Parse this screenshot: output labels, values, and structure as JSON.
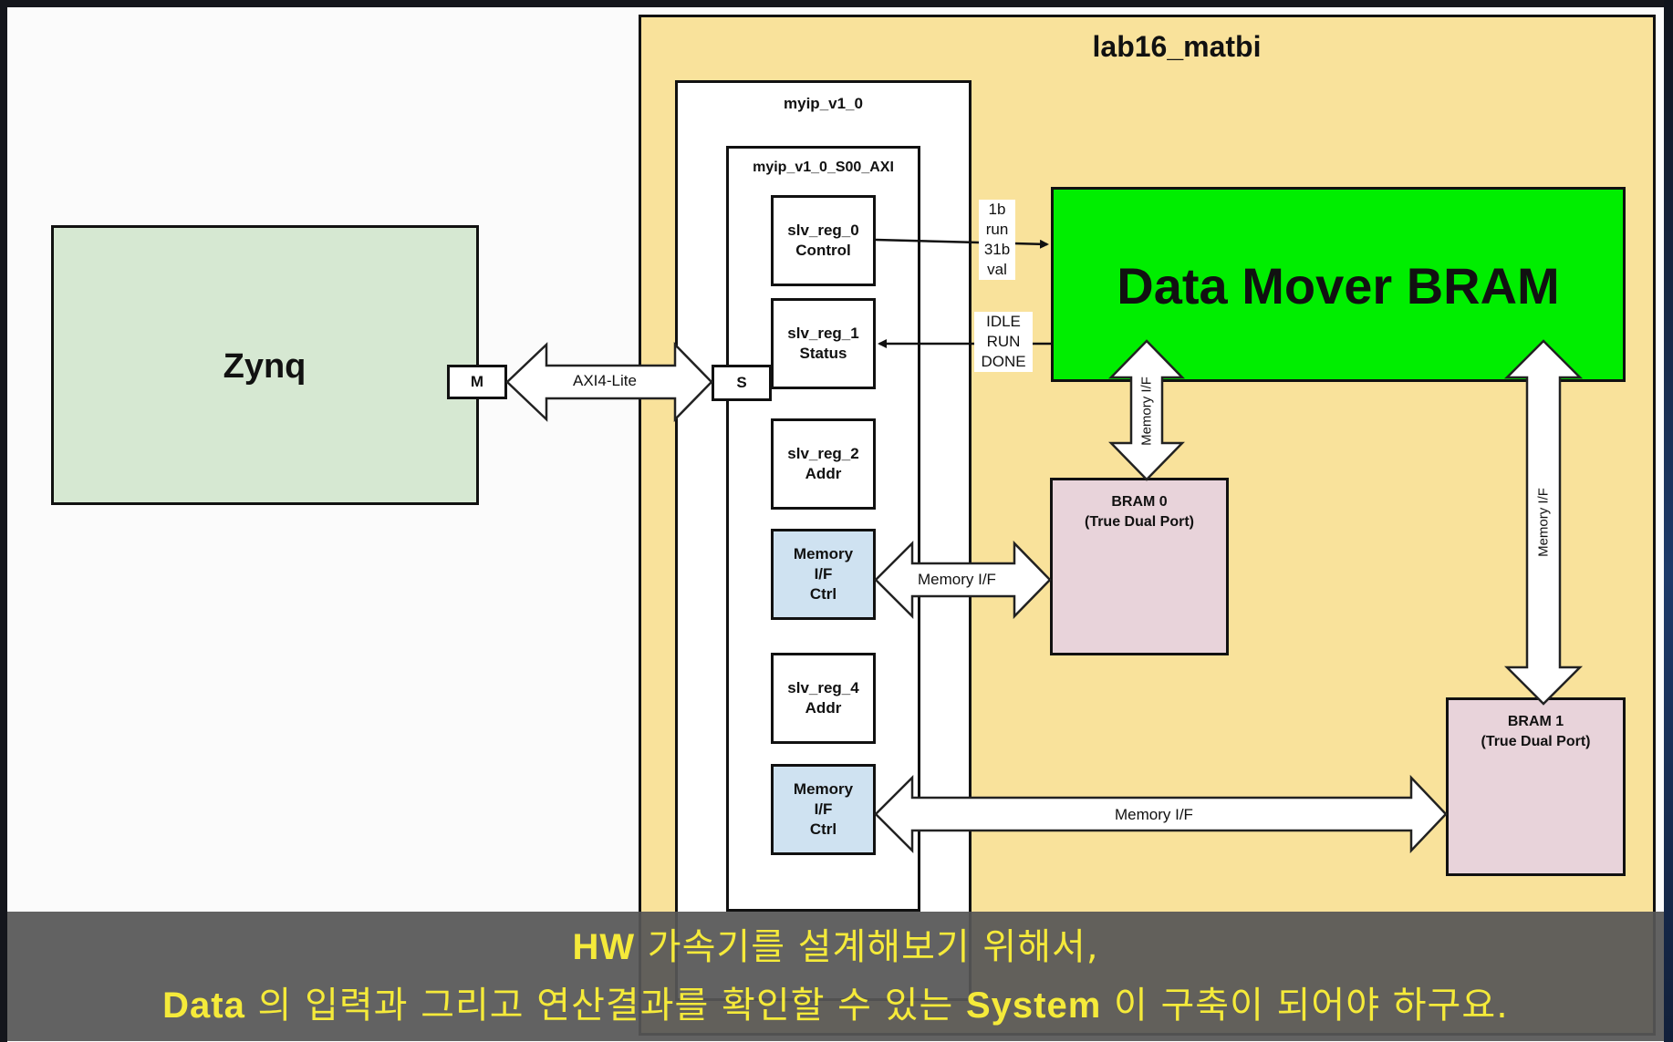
{
  "diagram": {
    "top_title": "lab16_matbi",
    "zynq": {
      "label": "Zynq",
      "port": "M"
    },
    "axi_link": {
      "label": "AXI4-Lite"
    },
    "myip": {
      "label": "myip_v1_0"
    },
    "s00_axi": {
      "label": "myip_v1_0_S00_AXI",
      "port": "S"
    },
    "registers": [
      {
        "name": "slv_reg_0",
        "desc": "Control"
      },
      {
        "name": "slv_reg_1",
        "desc": "Status"
      },
      {
        "name": "slv_reg_2",
        "desc": "Addr"
      },
      {
        "name": "Memory",
        "desc": "I/F",
        "desc2": "Ctrl"
      },
      {
        "name": "slv_reg_4",
        "desc": "Addr"
      },
      {
        "name": "Memory",
        "desc": "I/F",
        "desc2": "Ctrl"
      }
    ],
    "control_signals": [
      "1b",
      "run",
      "31b",
      "val"
    ],
    "status_signals": [
      "IDLE",
      "RUN",
      "DONE"
    ],
    "data_mover": {
      "label": "Data Mover BRAM"
    },
    "bram0": {
      "line1": "BRAM 0",
      "line2": "(True Dual Port)"
    },
    "bram1": {
      "line1": "BRAM 1",
      "line2": "(True Dual Port)"
    },
    "memory_if_label": "Memory I/F",
    "colors": {
      "top_block": "#f9e29b",
      "zynq": "#d6e8d2",
      "data_mover": "#00ee00",
      "bram": "#e8d3da",
      "memory_ctrl": "#cfe2f1"
    }
  },
  "subtitle": {
    "line1_bold": "HW",
    "line1_rest": " 가속기를 설계해보기 위해서,",
    "line2_bold1": "Data",
    "line2_mid": " 의 입력과 그리고 연산결과를 확인할 수 있는 ",
    "line2_bold2": "System",
    "line2_end": " 이 구축이 되어야 하구요."
  }
}
